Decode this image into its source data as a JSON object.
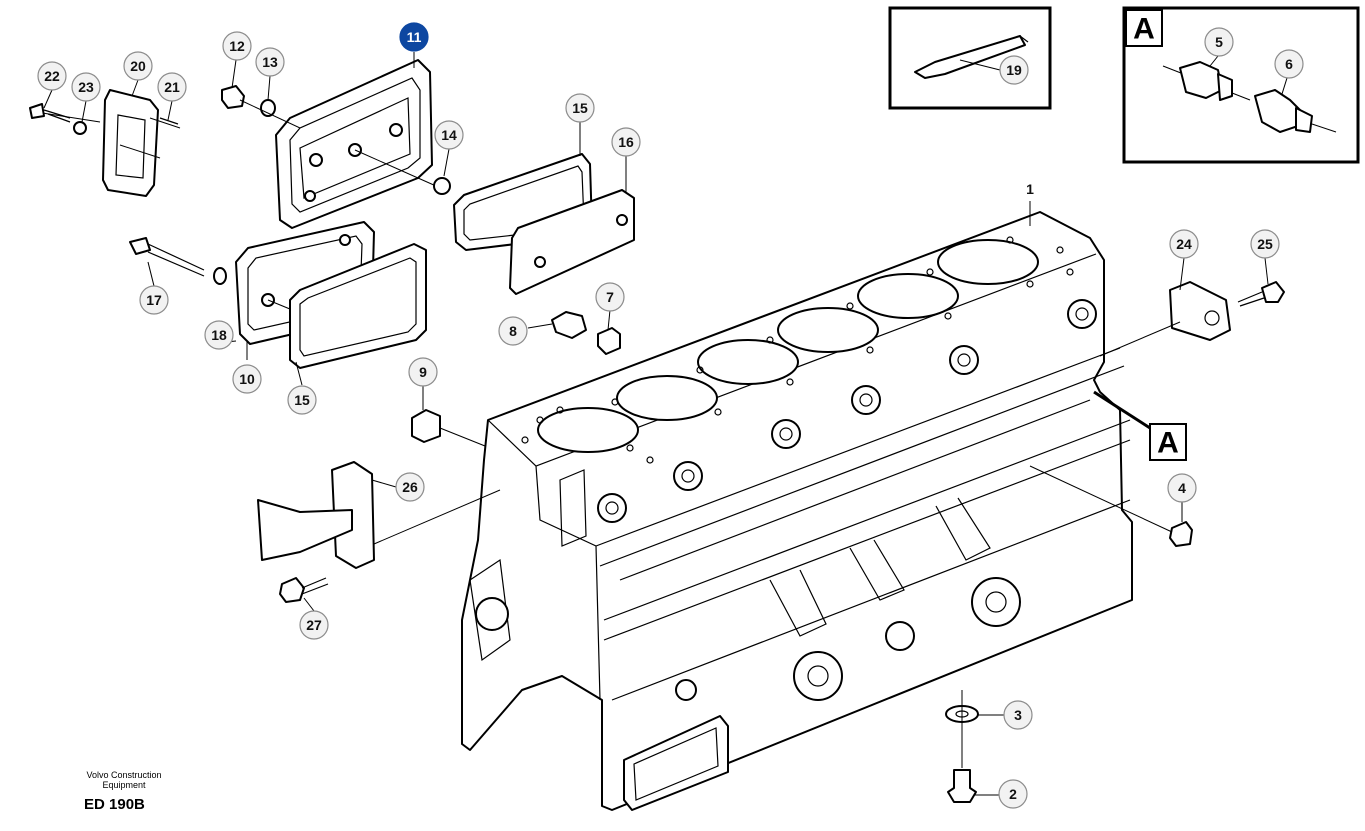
{
  "figure": {
    "code": "ED 190B",
    "brand_line1": "Volvo Construction",
    "brand_line2": "Equipment",
    "detail_label": "A",
    "detail_pointer_label": "A"
  },
  "callouts": [
    {
      "label": "1"
    },
    {
      "label": "2"
    },
    {
      "label": "3"
    },
    {
      "label": "4"
    },
    {
      "label": "5"
    },
    {
      "label": "6"
    },
    {
      "label": "7"
    },
    {
      "label": "8"
    },
    {
      "label": "9"
    },
    {
      "label": "10"
    },
    {
      "label": "11",
      "selected": true
    },
    {
      "label": "12"
    },
    {
      "label": "13"
    },
    {
      "label": "14"
    },
    {
      "label": "15"
    },
    {
      "label": "15"
    },
    {
      "label": "16"
    },
    {
      "label": "17"
    },
    {
      "label": "18"
    },
    {
      "label": "19"
    },
    {
      "label": "20"
    },
    {
      "label": "21"
    },
    {
      "label": "22"
    },
    {
      "label": "23"
    },
    {
      "label": "24"
    },
    {
      "label": "25"
    },
    {
      "label": "26"
    },
    {
      "label": "27"
    }
  ],
  "colors": {
    "selected_callout": "#0d47a1",
    "callout_fill": "#f2f2f2",
    "line": "#000000"
  }
}
